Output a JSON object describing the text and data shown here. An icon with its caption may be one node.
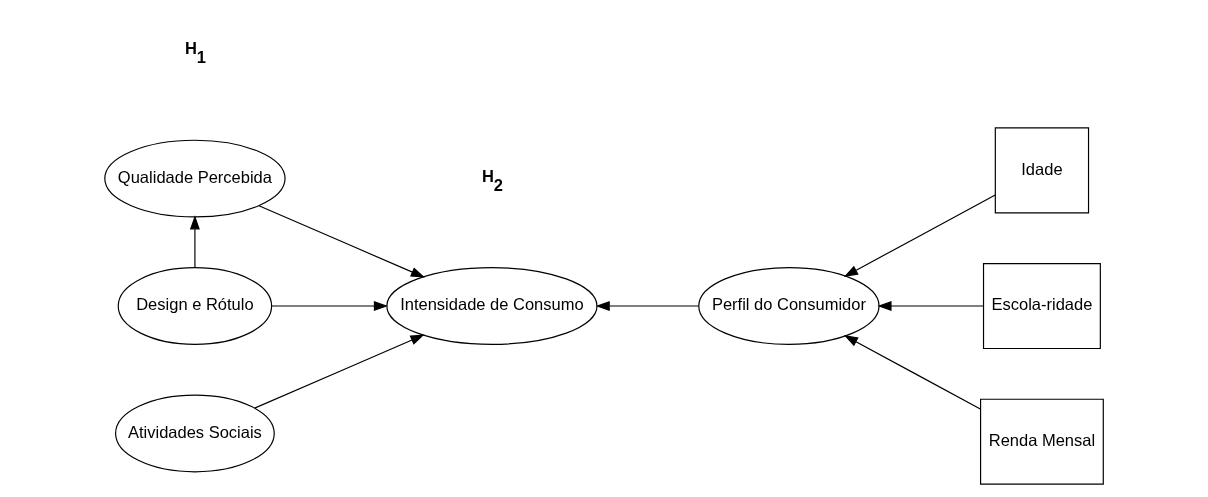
{
  "diagram": {
    "nodes": [
      {
        "text": [
          "Qualidade Percebida"
        ]
      },
      {
        "text": [
          "Design e Rótulo"
        ]
      },
      {
        "text": [
          "Atividades Sociais"
        ]
      },
      {
        "text": [
          "Intensidade de Consumo"
        ]
      },
      {
        "text": [
          "Perfil do Consumidor"
        ]
      },
      {
        "text": [
          "Idade"
        ]
      },
      {
        "text": [
          "Escola-ridade"
        ]
      },
      {
        "text": [
          "Renda Mensal"
        ]
      }
    ],
    "edges": [
      {
        "from": 1,
        "to": 0,
        "arrow": "to"
      },
      {
        "from": 0,
        "to": 3,
        "arrow": "to"
      },
      {
        "from": 1,
        "to": 3,
        "arrow": "to"
      },
      {
        "from": 2,
        "to": 3,
        "arrow": "to"
      },
      {
        "from": 4,
        "to": 3,
        "arrow": "to"
      },
      {
        "from": 5,
        "to": 4,
        "arrow": "to"
      },
      {
        "from": 6,
        "to": 4,
        "arrow": "to"
      },
      {
        "from": 7,
        "to": 4,
        "arrow": "to"
      }
    ],
    "labels": [
      "H$_{1}$",
      "H$_{2}$"
    ]
  }
}
